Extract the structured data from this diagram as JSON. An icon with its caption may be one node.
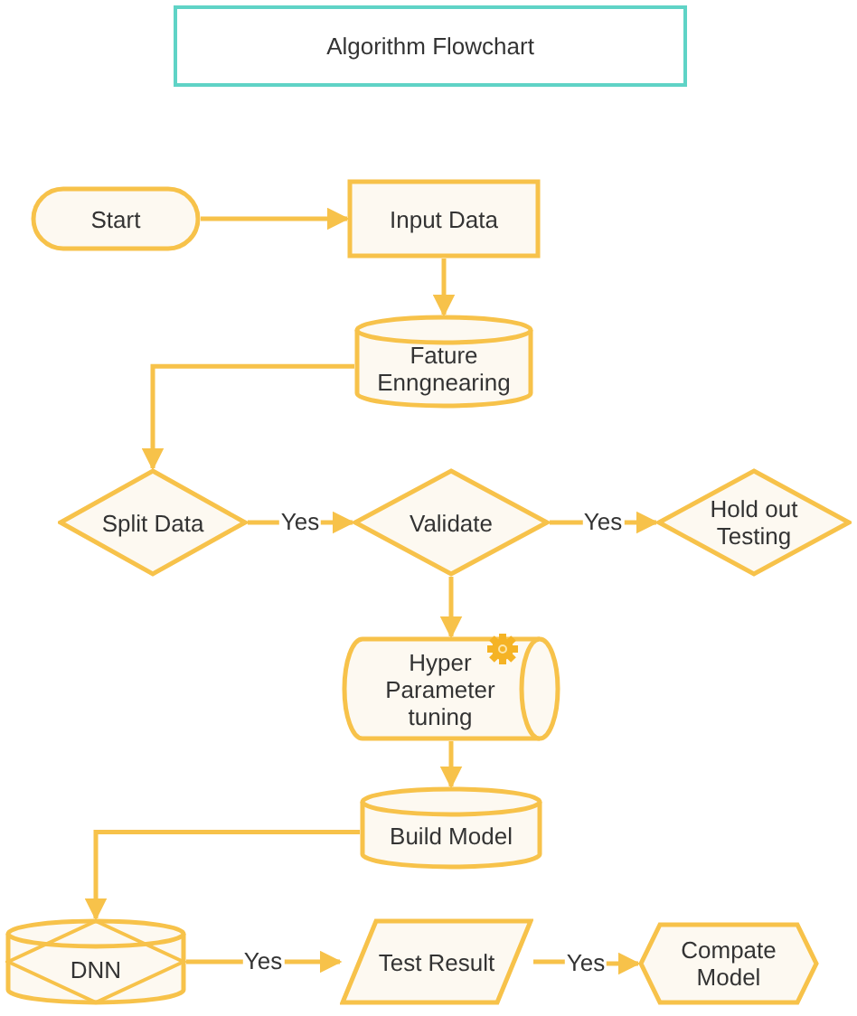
{
  "diagram": {
    "title": "Algorithm Flowchart",
    "nodes": [
      {
        "text": [
          "Start"
        ]
      },
      {
        "text": [
          "Input Data"
        ]
      },
      {
        "text": [
          "Fature Enngnearing"
        ]
      },
      {
        "text": [
          "Split Data"
        ]
      },
      {
        "text": [
          "Validate"
        ]
      },
      {
        "text": [
          "Hold out Testing"
        ]
      },
      {
        "text": [
          "Hyper Parameter tuning"
        ]
      },
      {
        "text": [
          "Build Model"
        ]
      },
      {
        "text": [
          "DNN"
        ]
      },
      {
        "text": [
          "Test Result"
        ]
      },
      {
        "text": [
          "Compate Model"
        ]
      }
    ],
    "edges": [
      {
        "from": 0,
        "to": 1,
        "arrow": "to"
      },
      {
        "from": 1,
        "to": 2,
        "arrow": "to"
      },
      {
        "from": 2,
        "to": 3,
        "arrow": "to"
      },
      {
        "from": 3,
        "to": 4,
        "arrow": "to",
        "label": "Yes"
      },
      {
        "from": 4,
        "to": 5,
        "arrow": "to",
        "label": "Yes"
      },
      {
        "from": 4,
        "to": 6,
        "arrow": "to"
      },
      {
        "from": 6,
        "to": 7,
        "arrow": "to"
      },
      {
        "from": 7,
        "to": 8,
        "arrow": "to"
      },
      {
        "from": 8,
        "to": 9,
        "arrow": "to",
        "label": "Yes"
      },
      {
        "from": 9,
        "to": 10,
        "arrow": "to",
        "label": "Yes"
      }
    ]
  }
}
